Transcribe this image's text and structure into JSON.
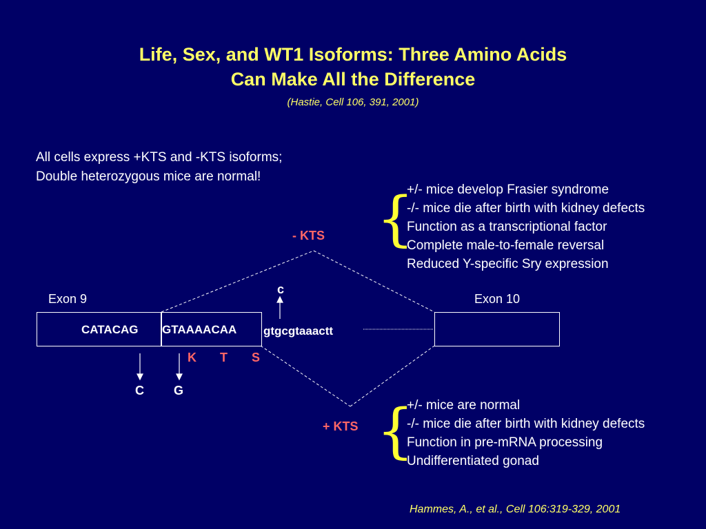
{
  "slide": {
    "title_line1": "Life, Sex, and WT1 Isoforms: Three Amino Acids",
    "title_line2": "Can Make All the Difference",
    "citation_top": "(Hastie, Cell 106, 391, 2001)",
    "intro_line1": "All cells express +KTS and -KTS isoforms;",
    "intro_line2": "Double heterozygous mice are normal!",
    "citation_bottom": "Hammes, A., et al., Cell  106:319-329, 2001"
  },
  "minus_kts": {
    "label": "- KTS",
    "effects": [
      "+/- mice develop Frasier syndrome",
      "-/- mice die after birth with kidney defects",
      "Function as a transcriptional factor",
      "Complete male-to-female reversal",
      "Reduced Y-specific Sry expression"
    ]
  },
  "plus_kts": {
    "label": "+ KTS",
    "effects": [
      "+/- mice are normal",
      "-/- mice die after birth with kidney defects",
      "Function in pre-mRNA processing",
      "Undifferentiated gonad"
    ]
  },
  "gene": {
    "exon9_label": "Exon 9",
    "exon10_label": "Exon 10",
    "seq_exon9": "CATACAG",
    "seq_kts": "GTAAAACAA",
    "seq_intron": "gtgcgtaaactt",
    "kts_letters": [
      "K",
      "T",
      "S"
    ],
    "mutation_c": "c",
    "mutation_1": "C",
    "mutation_2": "G"
  },
  "colors": {
    "background": "#000066",
    "title": "#ffff66",
    "kts_label": "#ff6666",
    "brace": "#ffff33"
  }
}
